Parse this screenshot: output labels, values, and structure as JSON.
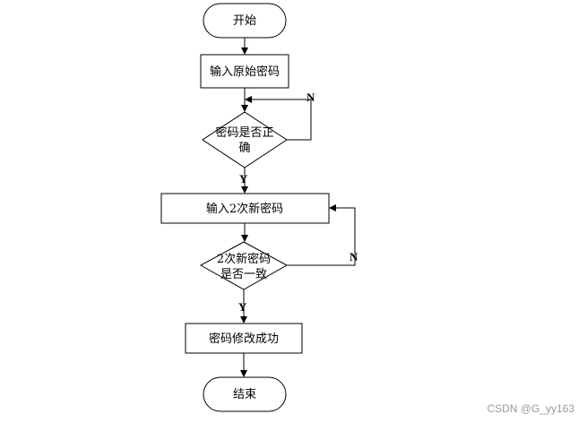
{
  "nodes": {
    "start": "开始",
    "input_original": "输入原始密码",
    "check_correct_line1": "密码是否正",
    "check_correct_line2": "确",
    "input_new": "输入2次新密码",
    "check_match_line1": "2次新密码",
    "check_match_line2": "是否一致",
    "success": "密码修改成功",
    "end": "结束"
  },
  "branches": {
    "correct_no": "N",
    "correct_yes": "Y",
    "match_no": "N",
    "match_yes": "Y"
  },
  "watermark": "CSDN @G_yy163"
}
